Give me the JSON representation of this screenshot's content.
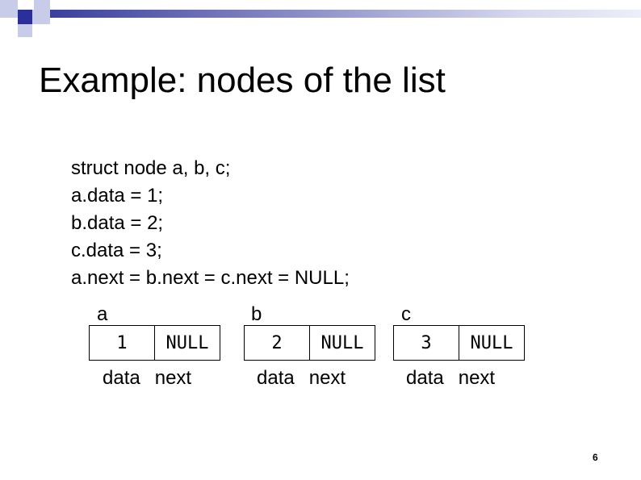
{
  "slide": {
    "title": "Example: nodes of the list",
    "code_lines": [
      "struct node a, b, c;",
      "a.data = 1;",
      "b.data = 2;",
      "c.data = 3;",
      "a.next = b.next = c.next = NULL;"
    ],
    "nodes": [
      {
        "name": "a",
        "data": "1",
        "next": "NULL",
        "data_label": "data",
        "next_label": "next"
      },
      {
        "name": "b",
        "data": "2",
        "next": "NULL",
        "data_label": "data",
        "next_label": "next"
      },
      {
        "name": "c",
        "data": "3",
        "next": "NULL",
        "data_label": "data",
        "next_label": "next"
      }
    ],
    "page_number": "6"
  },
  "colors": {
    "accent_dark": "#2b2f9a",
    "accent_light": "#c9cce8"
  }
}
